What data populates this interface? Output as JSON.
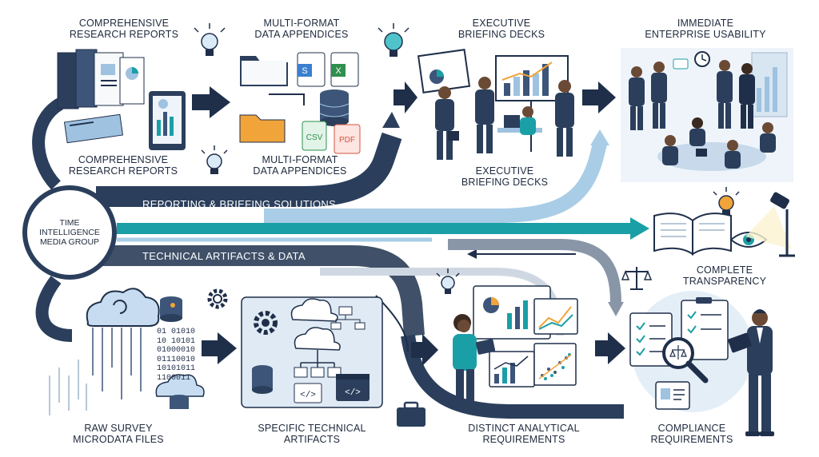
{
  "hub": {
    "line1": "TIME",
    "line2": "INTELLIGENCE",
    "line3": "MEDIA GROUP"
  },
  "bands": {
    "reporting": "REPORTING & BRIEFING SOLUTIONS",
    "technical": "TECHNICAL ARTIFACTS & DATA"
  },
  "labels": {
    "research_top": [
      "COMPREHENSIVE",
      "RESEARCH REPORTS"
    ],
    "research_bottom": [
      "COMPREHENSIVE",
      "RESEARCH REPORTS"
    ],
    "appendices_top": [
      "MULTI-FORMAT",
      "DATA APPENDICES"
    ],
    "appendices_bottom": [
      "MULTI-FORMAT",
      "DATA APPENDICES"
    ],
    "briefing_top": [
      "EXECUTIVE",
      "BRIEFING DECKS"
    ],
    "briefing_bottom": [
      "EXECUTIVE",
      "BRIEFING DECKS"
    ],
    "usability": [
      "IMMEDIATE",
      "ENTERPRISE USABILITY"
    ],
    "transparency": [
      "COMPLETE",
      "TRANSPARENCY"
    ],
    "raw_survey": [
      "RAW SURVEY",
      "MICRODATA FILES"
    ],
    "technical_artifacts": [
      "SPECIFIC TECHNICAL",
      "ARTIFACTS"
    ],
    "analytical": [
      "DISTINCT ANALYTICAL",
      "REQUIREMENTS"
    ],
    "compliance": [
      "COMPLIANCE",
      "REQUIREMENTS"
    ]
  },
  "file_badges": {
    "csv": "CSV",
    "pdf": "PDF",
    "sheet_s": "S",
    "sheet_x": "X"
  },
  "binary": [
    "01 01010",
    "10 10101",
    "01000010",
    "01110010",
    "10101011",
    "1100011"
  ],
  "colors": {
    "navy": "#1f2f4a",
    "slate": "#4a5a6e",
    "teal": "#1b9fa6",
    "sky": "#a9cde6",
    "light": "#dfeaf4",
    "accent_orange": "#f0a43a"
  }
}
